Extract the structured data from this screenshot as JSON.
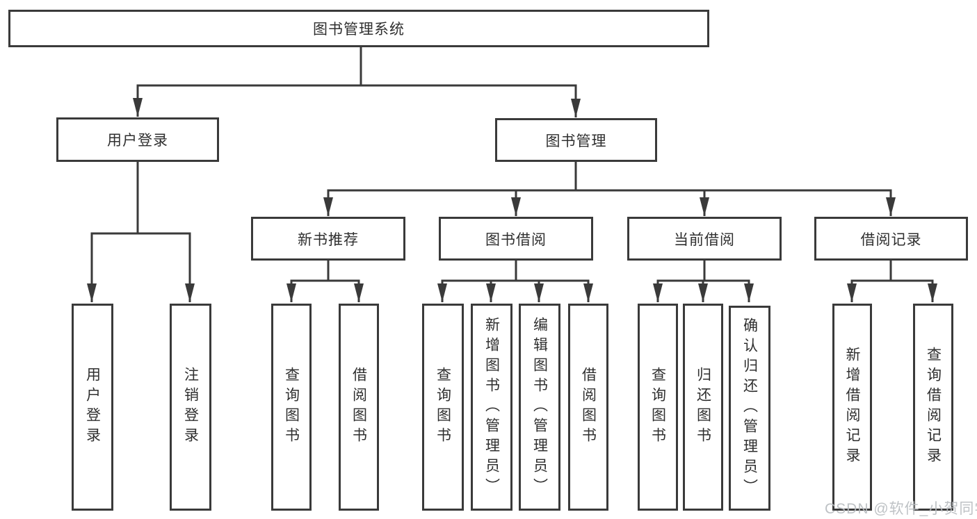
{
  "diagram": {
    "title": "图书管理系统",
    "colors": {
      "line": "#3a3a3a",
      "text": "#2f2f2f",
      "box_background": "#ffffff",
      "watermark": "#b9bdc1"
    },
    "tree": {
      "root": {
        "label": "图书管理系统"
      },
      "branches": [
        {
          "label": "用户登录",
          "children": [
            {
              "label": "用户登录"
            },
            {
              "label": "注销登录"
            }
          ]
        },
        {
          "label": "图书管理",
          "groups": [
            {
              "label": "新书推荐",
              "children": [
                {
                  "label": "查询图书"
                },
                {
                  "label": "借阅图书"
                }
              ]
            },
            {
              "label": "图书借阅",
              "children": [
                {
                  "label": "查询图书"
                },
                {
                  "label": "新增图书（管理员）"
                },
                {
                  "label": "编辑图书（管理员）"
                },
                {
                  "label": "借阅图书"
                }
              ]
            },
            {
              "label": "当前借阅",
              "children": [
                {
                  "label": "查询图书"
                },
                {
                  "label": "归还图书"
                },
                {
                  "label": "确认归还（管理员）"
                }
              ]
            },
            {
              "label": "借阅记录",
              "children": [
                {
                  "label": "新增借阅记录"
                },
                {
                  "label": "查询借阅记录"
                }
              ]
            }
          ]
        }
      ]
    },
    "watermark": {
      "text": "CSDN @软件_小贺同学"
    }
  }
}
